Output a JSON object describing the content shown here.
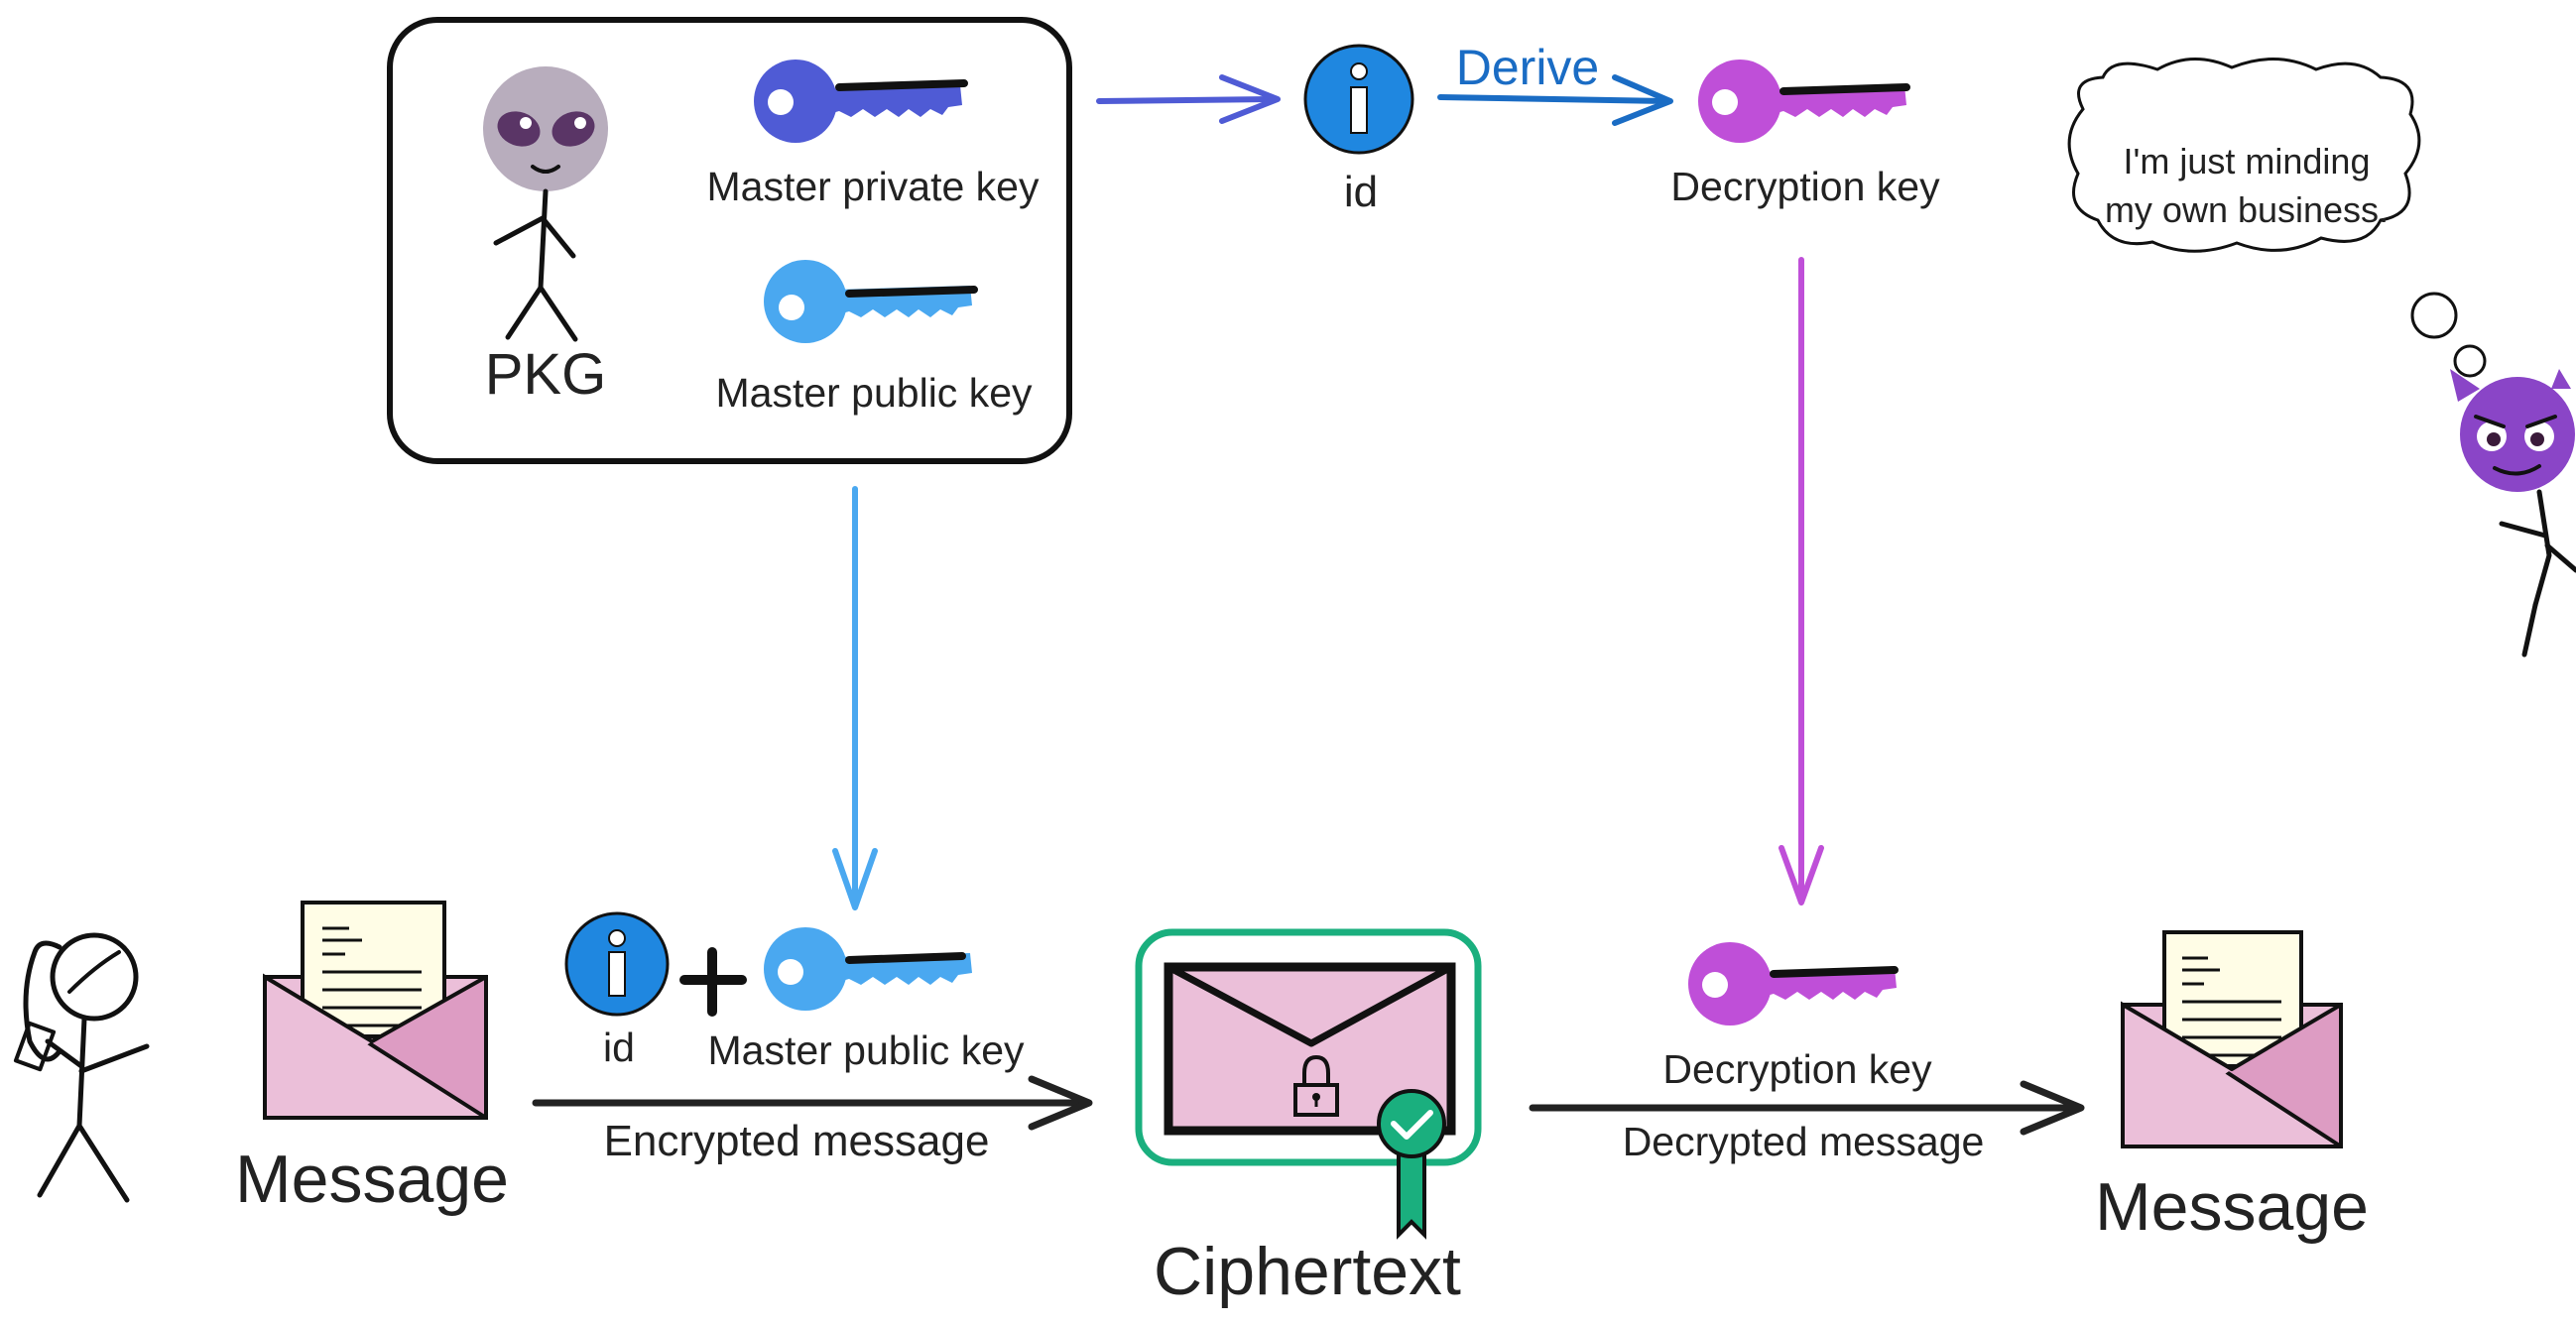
{
  "pkg_box": {
    "pkg_label": "PKG",
    "master_private_key_label": "Master private key",
    "master_public_key_label": "Master public key"
  },
  "top_flow": {
    "id_label": "id",
    "derive_label": "Derive",
    "decryption_key_label": "Decryption key"
  },
  "eavesdropper": {
    "thought_line1": "I'm just minding",
    "thought_line2": "my own business."
  },
  "bottom_flow": {
    "sender_message_label": "Message",
    "id_label": "id",
    "master_public_key_label": "Master public key",
    "encrypted_message_label": "Encrypted message",
    "ciphertext_label": "Ciphertext",
    "decryption_key_label": "Decryption key",
    "decrypted_message_label": "Decrypted message",
    "receiver_message_label": "Message"
  },
  "colors": {
    "master_private_key": "#4f5bd5",
    "master_public_key": "#4aa8f0",
    "decryption_key": "#bf4fd8",
    "id_badge": "#1f87e0",
    "derive_text": "#1a6cc4",
    "ciphertext_frame": "#1aaf7e",
    "envelope_pink": "#ebbfd9",
    "envelope_flap": "#dd9cc3",
    "letter_paper": "#fffde6",
    "alien_skin": "#b8adbd",
    "devil_skin": "#8a45c7"
  }
}
